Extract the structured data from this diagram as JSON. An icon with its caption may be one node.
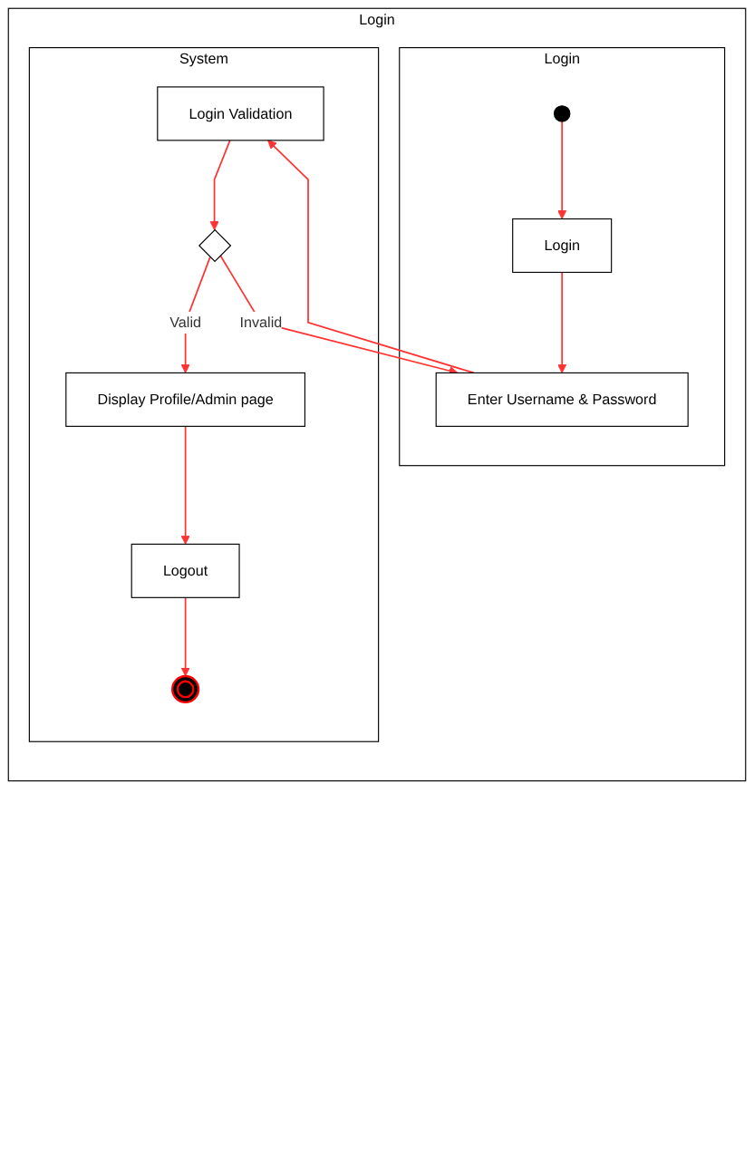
{
  "diagram": {
    "nodes": [
      {
        "text": [
          "Login"
        ]
      },
      {
        "text": [
          "Login"
        ],
        "in": 0
      },
      {
        "text": [
          "System"
        ],
        "in": 0
      },
      {
        "text": [],
        "shape": "circle",
        "in": 1
      },
      {
        "text": [
          "Login"
        ],
        "in": 1
      },
      {
        "text": [
          "Enter Username & Password"
        ],
        "in": 1
      },
      {
        "text": [
          "Login Validation"
        ],
        "in": 2
      },
      {
        "text": [],
        "shape": "diamond",
        "in": 2
      },
      {
        "text": [
          "Display Profile/Admin page"
        ],
        "in": 2
      },
      {
        "text": [
          "Logout"
        ],
        "in": 2
      },
      {
        "text": [],
        "shape": "circle",
        "in": 2
      }
    ],
    "edges": [
      {
        "from": 3,
        "to": 4,
        "arrow": "to"
      },
      {
        "from": 4,
        "to": 5,
        "arrow": "to"
      },
      {
        "from": 5,
        "to": 6,
        "arrow": "to"
      },
      {
        "from": 6,
        "to": 7,
        "arrow": "to"
      },
      {
        "from": 7,
        "to": 5,
        "arrow": "to",
        "label": "Invalid"
      },
      {
        "from": 7,
        "to": 8,
        "arrow": "to",
        "label": "Valid"
      },
      {
        "from": 8,
        "to": 9,
        "arrow": "to"
      },
      {
        "from": 9,
        "to": 10,
        "arrow": "to"
      }
    ]
  }
}
